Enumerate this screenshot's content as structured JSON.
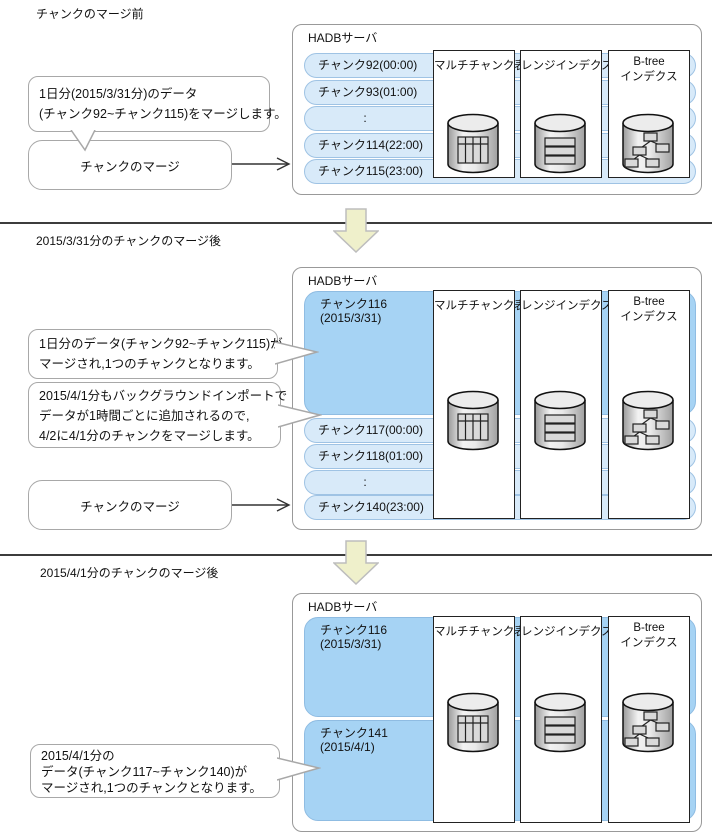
{
  "server_label": "HADBサーバ",
  "merge_box_label": "チャンクのマージ",
  "panels": {
    "multi_chunk_table": "マルチチャンク表",
    "range_index": "レンジインデクス",
    "btree_line1": "B-tree",
    "btree_line2": "インデクス"
  },
  "icons": {
    "multi_chunk_table_icon": "database-cylinder-with-table-grid",
    "range_index_icon": "database-cylinder-with-stacked-rows",
    "btree_index_icon": "database-cylinder-with-tree-nodes",
    "section_flow_icon": "large-down-arrow",
    "merge_flow_icon": "right-arrow"
  },
  "colors": {
    "chunk_row_fill": "#D8EAF9",
    "chunk_row_border": "#9FC3E4",
    "merged_chunk_fill": "#A6D3F4",
    "merged_chunk_border": "#8FBCE2",
    "down_arrow_fill": "#EFF0CB",
    "server_box_border": "#999999",
    "panel_border": "#222222"
  },
  "section1": {
    "title": "チャンクのマージ前",
    "bubble": {
      "line1": "1日分(2015/3/31分)のデータ",
      "line2": "(チャンク92~チャンク115)をマージします。"
    },
    "rows": [
      "チャンク92(00:00)",
      "チャンク93(01:00)",
      ":",
      "チャンク114(22:00)",
      "チャンク115(23:00)"
    ]
  },
  "section2": {
    "title": "2015/3/31分のチャンクのマージ後",
    "merged_chunk": {
      "name": "チャンク116",
      "date": "(2015/3/31)"
    },
    "rows": [
      "チャンク117(00:00)",
      "チャンク118(01:00)",
      ":",
      "チャンク140(23:00)"
    ],
    "bubble_merged": {
      "line1": "1日分のデータ(チャンク92~チャンク115)が",
      "line2": "マージされ,1つのチャンクとなります。"
    },
    "bubble_next": {
      "line1": "2015/4/1分もバックグラウンドインポートで",
      "line2": "データが1時間ごとに追加されるので,",
      "line3": "4/2に4/1分のチャンクをマージします。"
    }
  },
  "section3": {
    "title": "2015/4/1分のチャンクのマージ後",
    "merged_chunk_1": {
      "name": "チャンク116",
      "date": "(2015/3/31)"
    },
    "merged_chunk_2": {
      "name": "チャンク141",
      "date": "(2015/4/1)"
    },
    "bubble": {
      "line1": "2015/4/1分の",
      "line2": "データ(チャンク117~チャンク140)が",
      "line3": "マージされ,1つのチャンクとなります。"
    }
  }
}
